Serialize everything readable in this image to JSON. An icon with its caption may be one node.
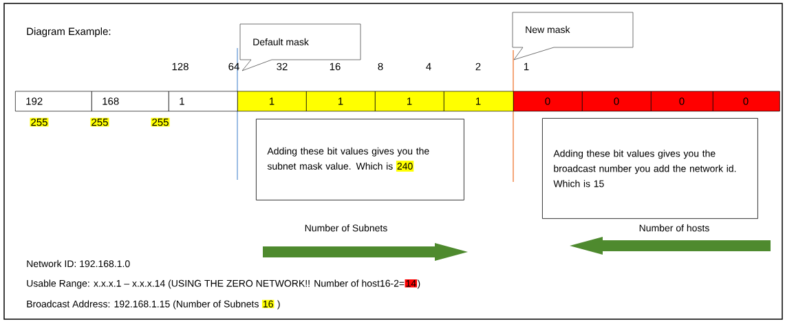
{
  "diagram": {
    "title": "Diagram Example:",
    "nodes": [
      {
        "text": [
          "Default mask"
        ]
      },
      {
        "text": [
          "New mask"
        ]
      },
      {
        "text": [
          "192"
        ]
      },
      {
        "text": [
          "168"
        ]
      },
      {
        "text": [
          "1"
        ]
      },
      {
        "text": [
          "1"
        ]
      },
      {
        "text": [
          "1"
        ]
      },
      {
        "text": [
          "1"
        ]
      },
      {
        "text": [
          "1"
        ]
      },
      {
        "text": [
          "0"
        ]
      },
      {
        "text": [
          "0"
        ]
      },
      {
        "text": [
          "0"
        ]
      },
      {
        "text": [
          "0"
        ]
      },
      {
        "text": [
          "Adding these bit values gives you the subnet mask value. Which is",
          "240"
        ]
      },
      {
        "text": [
          "Adding these bit values gives you the broadcast number you add the network id. Which is 15"
        ]
      }
    ],
    "labels": [
      "128",
      "64",
      "32",
      "16",
      "8",
      "4",
      "2",
      "1",
      "255",
      "255",
      "255",
      "Number of Subnets",
      "Number of hosts",
      "Network ID: 192.168.1.0",
      "Usable Range: x.x.x.1 – x.x.x.14 (USING THE ZERO NETWORK!! Number of host16-2=",
      "14",
      ")",
      "Broadcast Address: 192.168.1.15 (Number of Subnets",
      "16",
      ")"
    ]
  }
}
